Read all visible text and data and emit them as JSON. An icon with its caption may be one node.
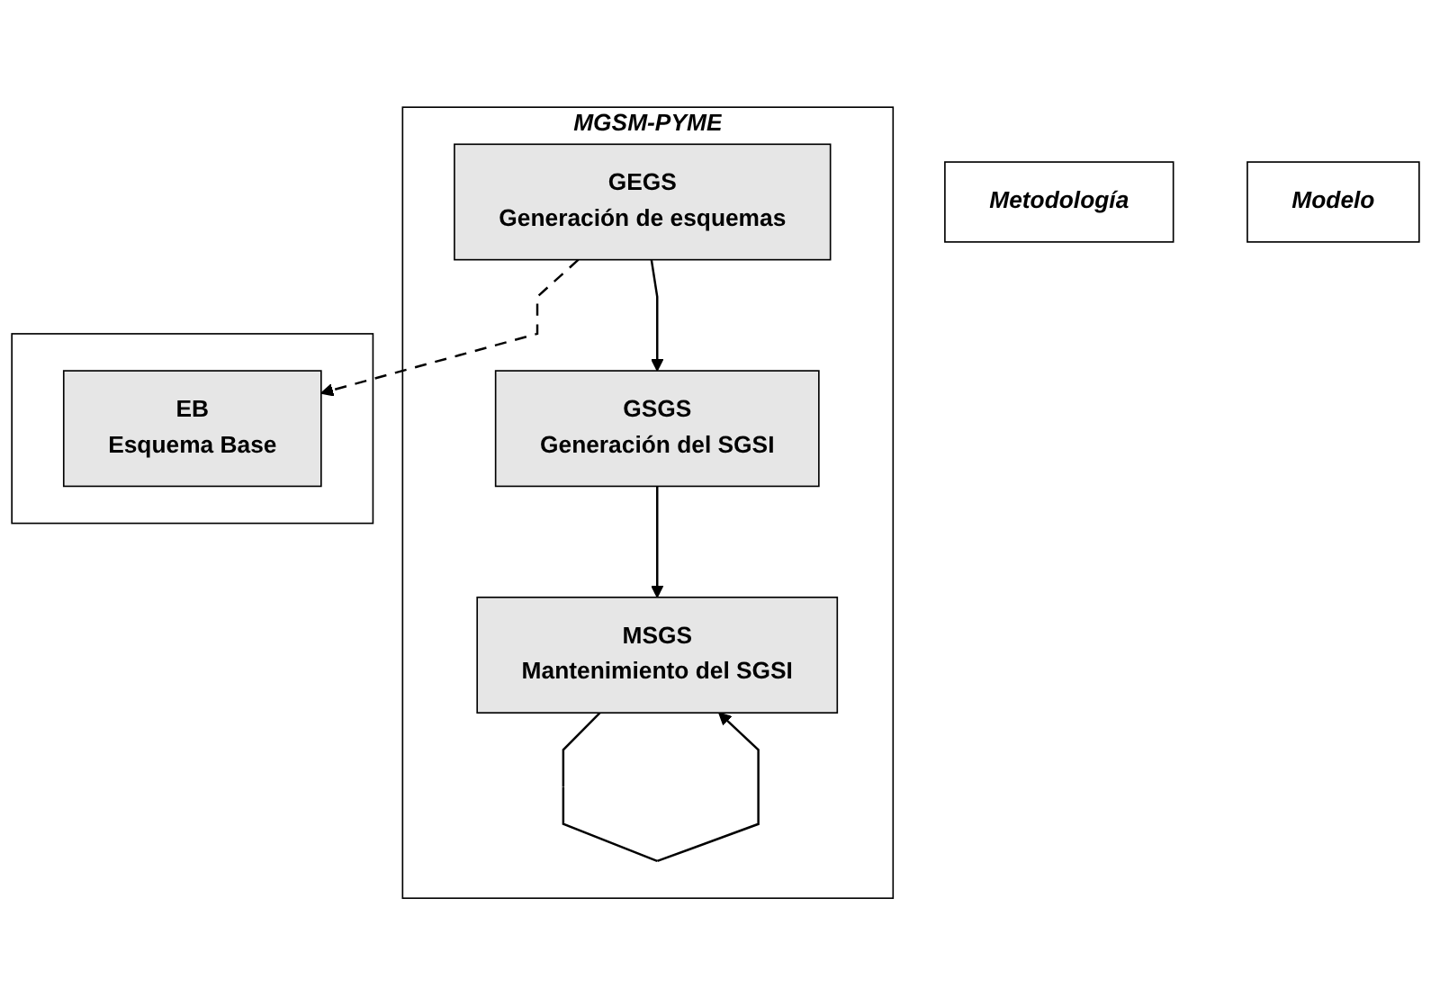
{
  "diagram": {
    "nodes": [
      {
        "text": [
          "Metodología"
        ]
      },
      {
        "text": [
          "Modelo"
        ]
      },
      {
        "text": [
          "MGSM-PYME"
        ]
      },
      {
        "text": [
          "GEGS",
          "Generación de esquemas"
        ],
        "in": 2
      },
      {
        "text": [
          "GSGS",
          "Generación del SGSI"
        ],
        "in": 2
      },
      {
        "text": [
          "MSGS",
          "Mantenimiento del SGSI"
        ],
        "in": 2
      },
      {
        "text": [],
        "shape": "box"
      },
      {
        "text": [
          "EB",
          "Esquema Base"
        ],
        "in": 6
      }
    ],
    "edges": [
      {
        "from": 3,
        "to": 7,
        "arrow": "to",
        "style": "dashed"
      },
      {
        "from": 3,
        "to": 4,
        "arrow": "to"
      },
      {
        "from": 4,
        "to": 5,
        "arrow": "to"
      },
      {
        "from": 5,
        "to": 5,
        "arrow": "to"
      }
    ]
  }
}
